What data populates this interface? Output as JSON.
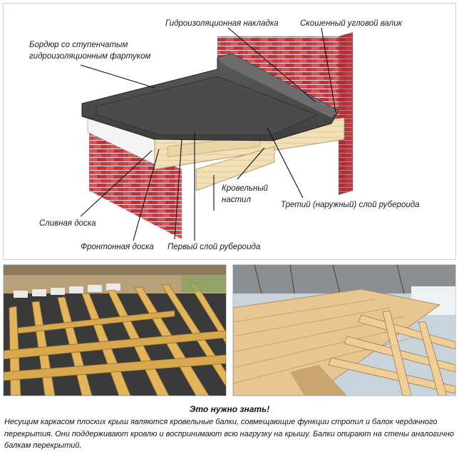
{
  "diagram": {
    "labels": {
      "waterproof_overlay": "Гидроизоляционная накладка",
      "beveled_fillet": "Скошенный угловой валик",
      "border_line1": "Бордюр со ступенчатым",
      "border_line2": "гидроизоляционным фартуком",
      "roof_deck_line1": "Кровельный",
      "roof_deck_line2": "настил",
      "third_layer": "Третий (наружный) слой рубероида",
      "drain_board": "Сливная доска",
      "fascia_board": "Фронтонная доска",
      "first_layer": "Первый слой рубероида"
    }
  },
  "photos": [
    {
      "name": "floor-joists-photo"
    },
    {
      "name": "roof-joists-photo"
    }
  ],
  "note": {
    "title": "Это нужно знать!",
    "body": "Несущим каркасом плоских крыш являются кровельные балки, совмещающие функции стропил и балок чердачного перекрытия. Они поддерживают кровлю и воспринимают всю нагрузку на крышу. Балки опирают на стены аналогично балкам перекрытий."
  }
}
